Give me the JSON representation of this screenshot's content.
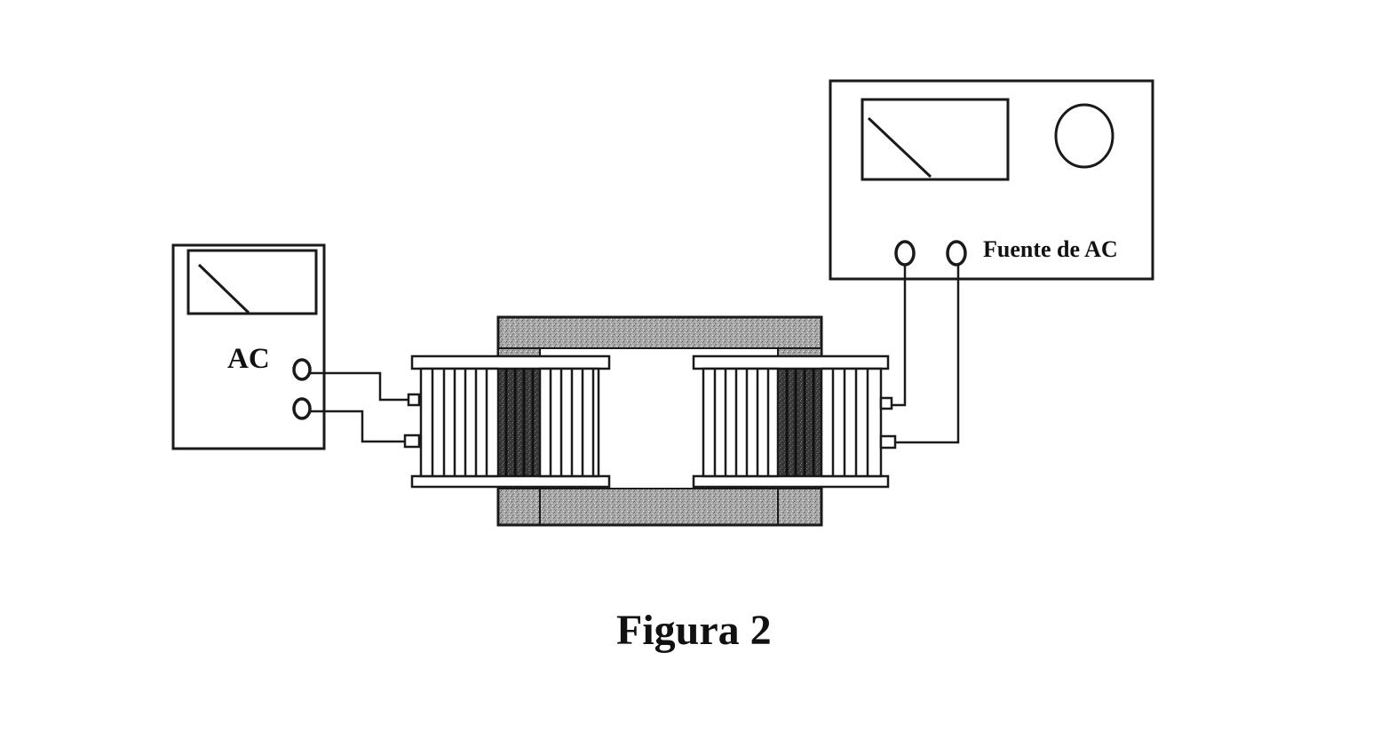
{
  "meter": {
    "label": "AC"
  },
  "source": {
    "label": "Fuente de AC"
  },
  "caption": {
    "text": "Figura 2"
  },
  "colors": {
    "ink": "#1a1a1a",
    "core_light": "#a6a6a6",
    "core_dark": "#3a3a3a",
    "paper": "#ffffff"
  }
}
